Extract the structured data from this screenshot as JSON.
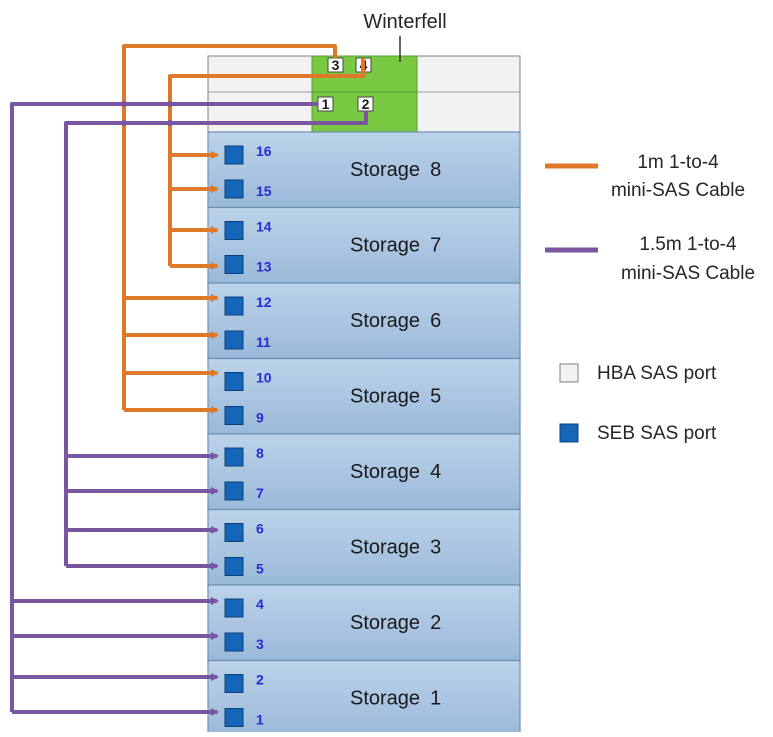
{
  "diagram": {
    "server_title": "Winterfell",
    "hba_ports": [
      "3",
      "4",
      "1",
      "2"
    ],
    "storage_units": [
      {
        "label": "Storage",
        "num": "8",
        "ports": [
          "16",
          "15"
        ]
      },
      {
        "label": "Storage",
        "num": "7",
        "ports": [
          "14",
          "13"
        ]
      },
      {
        "label": "Storage",
        "num": "6",
        "ports": [
          "12",
          "11"
        ]
      },
      {
        "label": "Storage",
        "num": "5",
        "ports": [
          "10",
          "9"
        ]
      },
      {
        "label": "Storage",
        "num": "4",
        "ports": [
          "8",
          "7"
        ]
      },
      {
        "label": "Storage",
        "num": "3",
        "ports": [
          "6",
          "5"
        ]
      },
      {
        "label": "Storage",
        "num": "2",
        "ports": [
          "4",
          "3"
        ]
      },
      {
        "label": "Storage",
        "num": "1",
        "ports": [
          "2",
          "1"
        ]
      }
    ]
  },
  "legend": {
    "orange_line1": "1m 1-to-4",
    "orange_line2": "mini-SAS Cable",
    "purple_line1": "1.5m 1-to-4",
    "purple_line2": "mini-SAS Cable",
    "hba": "HBA SAS port",
    "seb": "SEB SAS port"
  },
  "colors": {
    "orange_cable": "#e0782a",
    "purple_cable": "#7a56a0",
    "storage_fill": "#a8c4e0",
    "seb_port": "#1565b8",
    "server_green": "#7ac943"
  }
}
